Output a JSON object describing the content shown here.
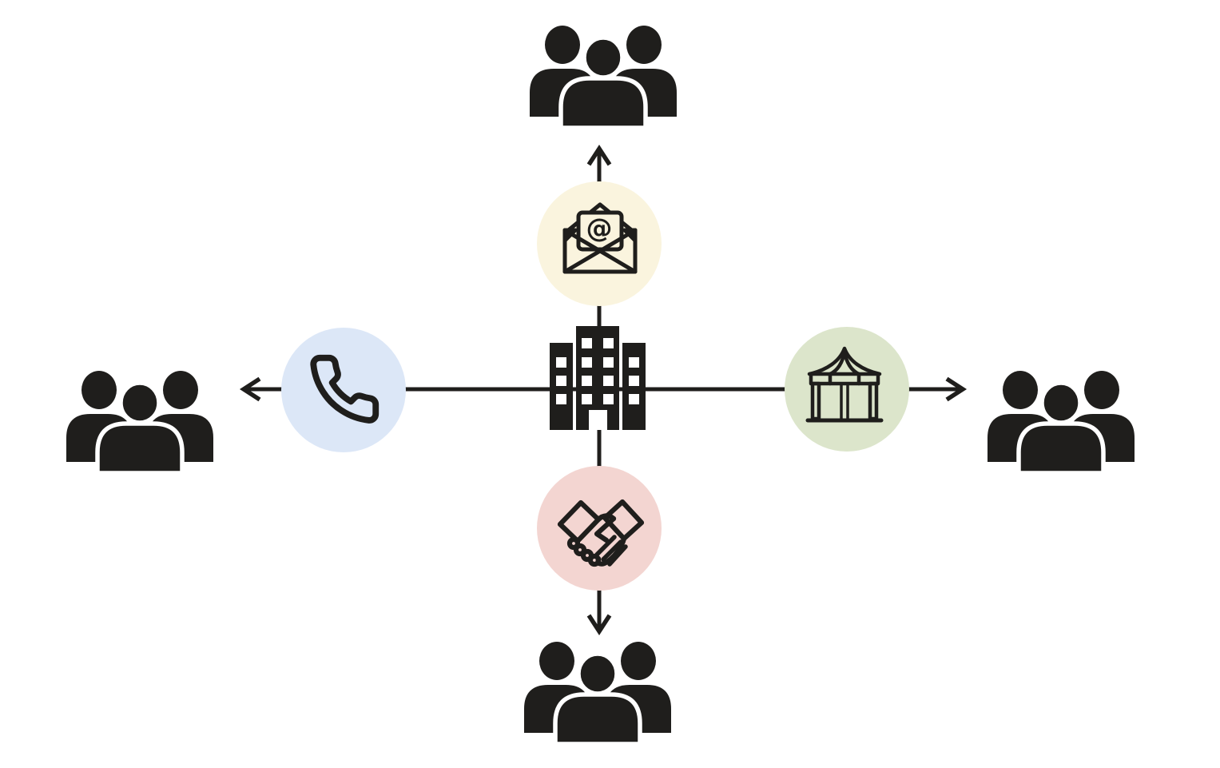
{
  "canvas": {
    "width": "1527",
    "height": "961",
    "background": "#ffffff",
    "ink": "#1f1e1c",
    "white": "#ffffff"
  },
  "center_node": {
    "icon": "office-building-icon"
  },
  "channels": [
    {
      "id": "email",
      "icon": "open-envelope-at-icon",
      "symbol": "@",
      "circle_color": "#faf4de",
      "direction": "up"
    },
    {
      "id": "phone",
      "icon": "phone-handset-icon",
      "circle_color": "#dce7f7",
      "direction": "left"
    },
    {
      "id": "event",
      "icon": "event-tent-icon",
      "circle_color": "#dce5cb",
      "direction": "right"
    },
    {
      "id": "handshake",
      "icon": "handshake-icon",
      "circle_color": "#f3d5d1",
      "direction": "down"
    }
  ],
  "audiences": [
    {
      "position": "top",
      "icon": "people-group-icon"
    },
    {
      "position": "left",
      "icon": "people-group-icon"
    },
    {
      "position": "right",
      "icon": "people-group-icon"
    },
    {
      "position": "bottom",
      "icon": "people-group-icon"
    }
  ]
}
